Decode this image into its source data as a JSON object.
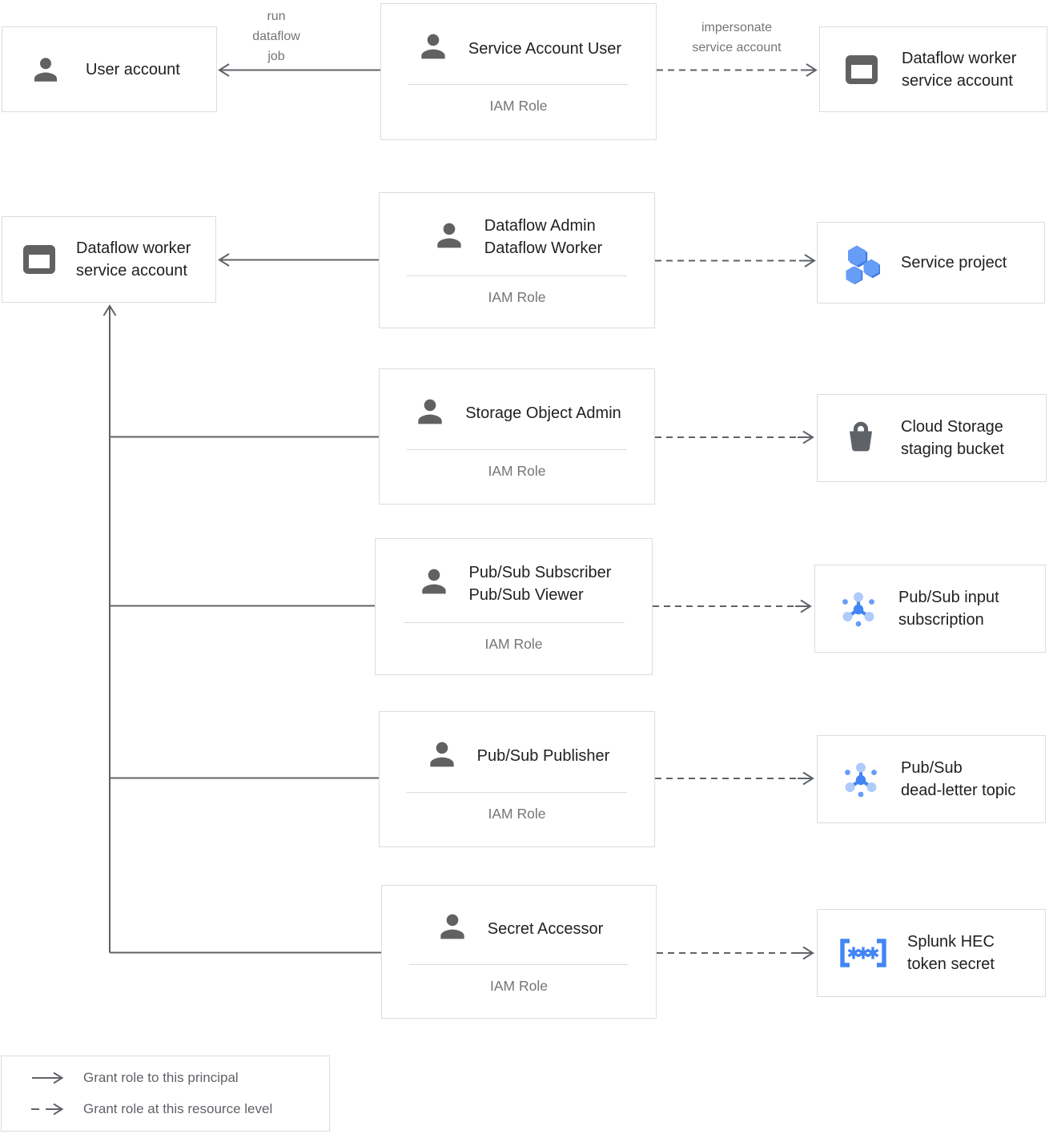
{
  "row1": {
    "user_box": {
      "label": "User account"
    },
    "solid_arrow_label": "run\ndataflow\njob",
    "role_box": {
      "title": "Service Account User",
      "subtitle": "IAM Role"
    },
    "dashed_arrow_label": "impersonate\nservice account",
    "resource_box": {
      "label": "Dataflow worker\nservice account"
    }
  },
  "row2": {
    "target_box": {
      "label": "Dataflow worker\nservice account"
    },
    "role_box": {
      "title": "Dataflow Admin\nDataflow Worker",
      "subtitle": "IAM Role"
    },
    "resource_box": {
      "label": "Service project"
    }
  },
  "row3": {
    "role_box": {
      "title": "Storage Object Admin",
      "subtitle": "IAM Role"
    },
    "resource_box": {
      "label": "Cloud Storage\nstaging bucket"
    }
  },
  "row4": {
    "role_box": {
      "title": "Pub/Sub Subscriber\nPub/Sub Viewer",
      "subtitle": "IAM Role"
    },
    "resource_box": {
      "label": "Pub/Sub input\nsubscription"
    }
  },
  "row5": {
    "role_box": {
      "title": "Pub/Sub Publisher",
      "subtitle": "IAM Role"
    },
    "resource_box": {
      "label": "Pub/Sub\ndead-letter topic"
    }
  },
  "row6": {
    "role_box": {
      "title": "Secret Accessor",
      "subtitle": "IAM Role"
    },
    "resource_box": {
      "label": "Splunk HEC\ntoken secret"
    }
  },
  "legend": {
    "solid_label": "Grant role to this principal",
    "dashed_label": "Grant role at this resource level"
  },
  "colors": {
    "line": "#5f6368",
    "box_border": "#dadce0",
    "text_primary": "#202124",
    "text_muted": "#757575",
    "icon_gray": "#616161",
    "blue": "#4285f4",
    "blue_light": "#669df6",
    "blue_pale": "#aecbfa"
  }
}
